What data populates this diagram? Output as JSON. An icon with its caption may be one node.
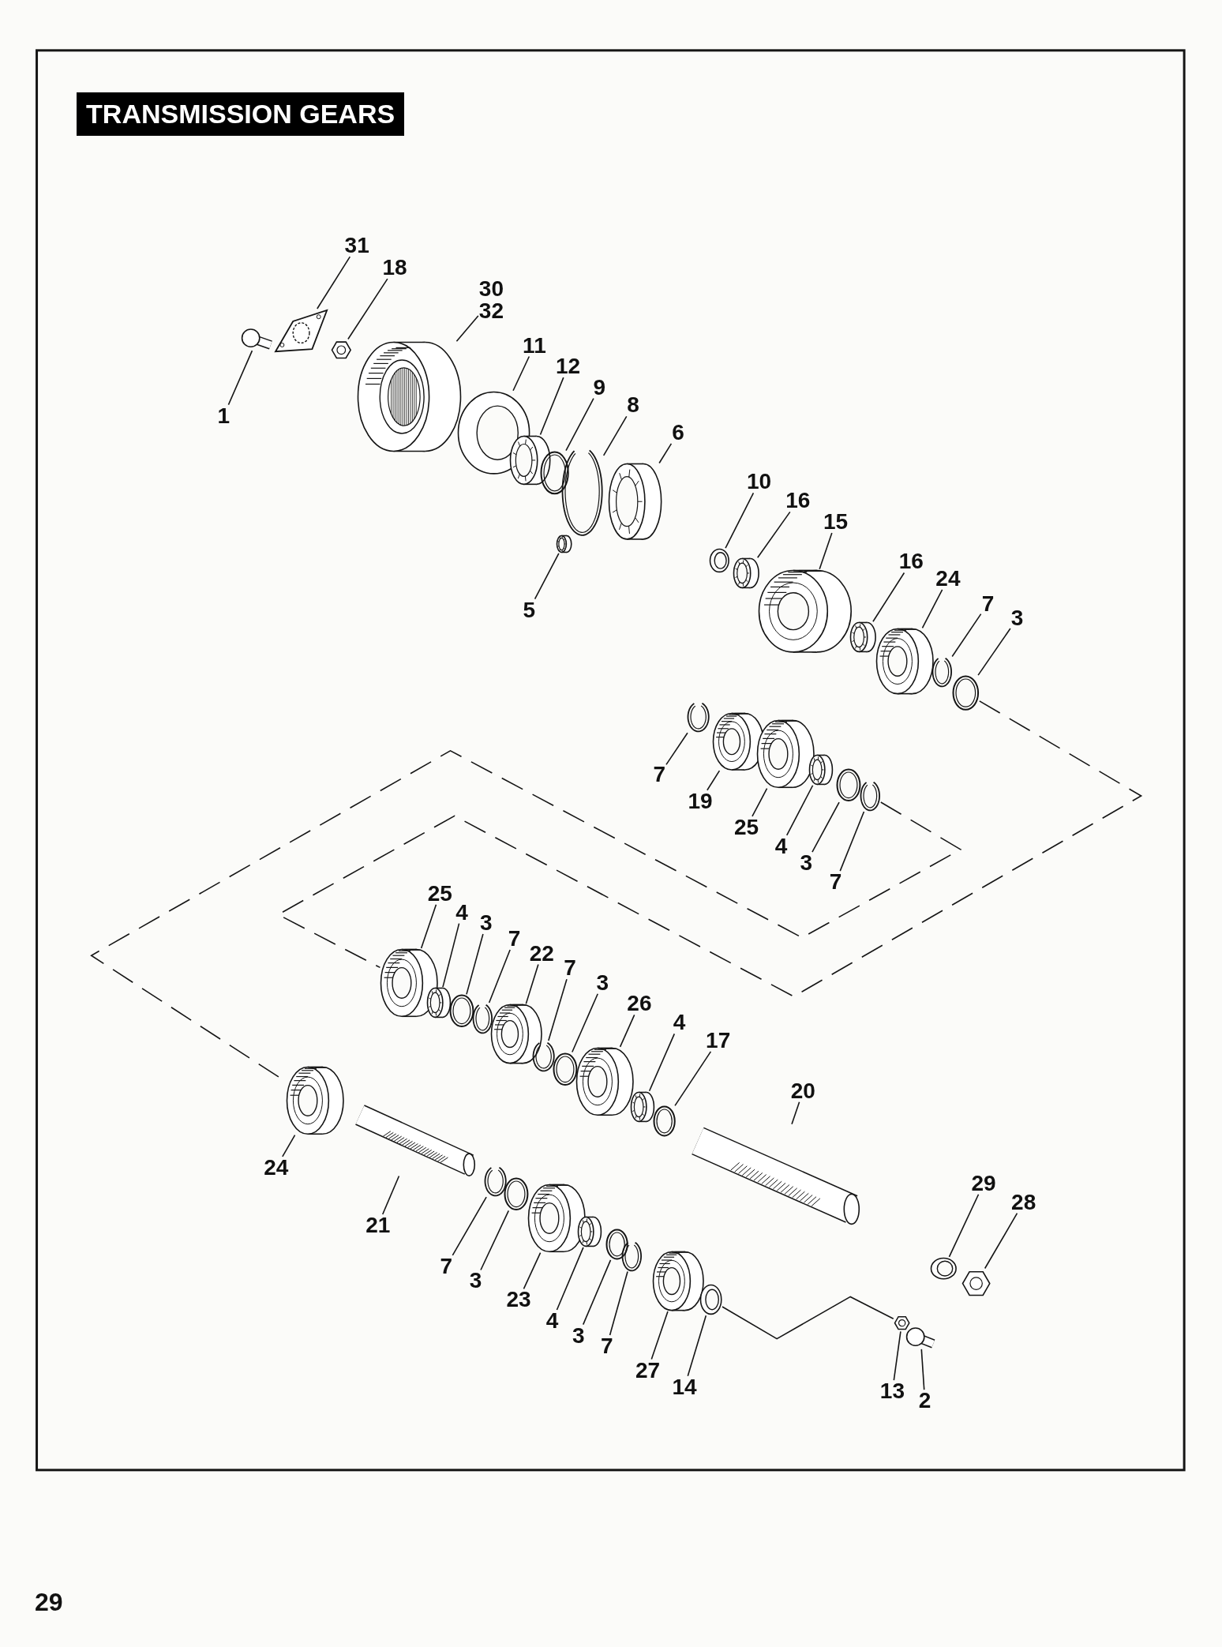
{
  "diagram": {
    "title": "TRANSMISSION GEARS",
    "nodes": [
      {
        "text": [
          "1"
        ]
      },
      {
        "text": [],
        "shape": "bolt"
      },
      {
        "text": [
          "31"
        ]
      },
      {
        "text": [],
        "shape": "plate"
      },
      {
        "text": [
          "18"
        ]
      },
      {
        "text": [],
        "shape": "nut"
      },
      {
        "text": [
          "30",
          "32"
        ]
      },
      {
        "text": [],
        "shape": "drum"
      },
      {
        "text": [
          "11"
        ]
      },
      {
        "text": [],
        "shape": "washer"
      },
      {
        "text": [
          "12"
        ]
      },
      {
        "text": [],
        "shape": "bearing"
      },
      {
        "text": [
          "9"
        ]
      },
      {
        "text": [],
        "shape": "ring"
      },
      {
        "text": [
          "8"
        ]
      },
      {
        "text": [],
        "shape": "clip"
      },
      {
        "text": [
          "6"
        ]
      },
      {
        "text": [],
        "shape": "bearing"
      },
      {
        "text": [
          "5"
        ]
      },
      {
        "text": [],
        "shape": "bearing"
      },
      {
        "text": [
          "10"
        ]
      },
      {
        "text": [],
        "shape": "washer"
      },
      {
        "text": [
          "16"
        ]
      },
      {
        "text": [],
        "shape": "bearing"
      },
      {
        "text": [
          "15"
        ]
      },
      {
        "text": [],
        "shape": "gear"
      },
      {
        "text": [
          "16"
        ]
      },
      {
        "text": [],
        "shape": "bearing"
      },
      {
        "text": [
          "24"
        ]
      },
      {
        "text": [],
        "shape": "gear"
      },
      {
        "text": [
          "7"
        ]
      },
      {
        "text": [],
        "shape": "clip"
      },
      {
        "text": [
          "3"
        ]
      },
      {
        "text": [],
        "shape": "ring"
      },
      {
        "text": [
          "7"
        ]
      },
      {
        "text": [],
        "shape": "clip"
      },
      {
        "text": [
          "19"
        ]
      },
      {
        "text": [],
        "shape": "gear"
      },
      {
        "text": [
          "25"
        ]
      },
      {
        "text": [],
        "shape": "gear"
      },
      {
        "text": [
          "4"
        ]
      },
      {
        "text": [],
        "shape": "bearing"
      },
      {
        "text": [
          "3"
        ]
      },
      {
        "text": [],
        "shape": "ring"
      },
      {
        "text": [
          "7"
        ]
      },
      {
        "text": [],
        "shape": "clip"
      },
      {
        "text": [
          "25"
        ]
      },
      {
        "text": [],
        "shape": "gear"
      },
      {
        "text": [
          "4"
        ]
      },
      {
        "text": [],
        "shape": "bearing"
      },
      {
        "text": [
          "3"
        ]
      },
      {
        "text": [],
        "shape": "ring"
      },
      {
        "text": [
          "7"
        ]
      },
      {
        "text": [],
        "shape": "clip"
      },
      {
        "text": [
          "22"
        ]
      },
      {
        "text": [],
        "shape": "gear"
      },
      {
        "text": [
          "7"
        ]
      },
      {
        "text": [],
        "shape": "clip"
      },
      {
        "text": [
          "3"
        ]
      },
      {
        "text": [],
        "shape": "ring"
      },
      {
        "text": [
          "26"
        ]
      },
      {
        "text": [],
        "shape": "gear"
      },
      {
        "text": [
          "4"
        ]
      },
      {
        "text": [],
        "shape": "bearing"
      },
      {
        "text": [
          "17"
        ]
      },
      {
        "text": [],
        "shape": "ring"
      },
      {
        "text": [
          "20"
        ]
      },
      {
        "text": [],
        "shape": "shaft"
      },
      {
        "text": [
          "24"
        ]
      },
      {
        "text": [],
        "shape": "gear"
      },
      {
        "text": [
          "21"
        ]
      },
      {
        "text": [],
        "shape": "shaft"
      },
      {
        "text": [
          "7"
        ]
      },
      {
        "text": [],
        "shape": "clip"
      },
      {
        "text": [
          "3"
        ]
      },
      {
        "text": [],
        "shape": "ring"
      },
      {
        "text": [
          "23"
        ]
      },
      {
        "text": [],
        "shape": "gear"
      },
      {
        "text": [
          "4"
        ]
      },
      {
        "text": [],
        "shape": "bearing"
      },
      {
        "text": [
          "3"
        ]
      },
      {
        "text": [],
        "shape": "ring"
      },
      {
        "text": [
          "7"
        ]
      },
      {
        "text": [],
        "shape": "clip"
      },
      {
        "text": [
          "27"
        ]
      },
      {
        "text": [],
        "shape": "gear"
      },
      {
        "text": [
          "14"
        ]
      },
      {
        "text": [],
        "shape": "washer"
      },
      {
        "text": [
          "29"
        ]
      },
      {
        "text": [],
        "shape": "washer"
      },
      {
        "text": [
          "28"
        ]
      },
      {
        "text": [],
        "shape": "nut"
      },
      {
        "text": [
          "13"
        ]
      },
      {
        "text": [],
        "shape": "nut"
      },
      {
        "text": [
          "2"
        ]
      },
      {
        "text": [],
        "shape": "bolt"
      }
    ],
    "edges": [
      {
        "from": 0,
        "to": 1,
        "arrow": "none"
      },
      {
        "from": 2,
        "to": 3,
        "arrow": "none"
      },
      {
        "from": 4,
        "to": 5,
        "arrow": "none"
      },
      {
        "from": 6,
        "to": 7,
        "arrow": "none"
      },
      {
        "from": 8,
        "to": 9,
        "arrow": "none"
      },
      {
        "from": 10,
        "to": 11,
        "arrow": "none"
      },
      {
        "from": 12,
        "to": 13,
        "arrow": "none"
      },
      {
        "from": 14,
        "to": 15,
        "arrow": "none"
      },
      {
        "from": 16,
        "to": 17,
        "arrow": "none"
      },
      {
        "from": 18,
        "to": 19,
        "arrow": "none"
      },
      {
        "from": 20,
        "to": 21,
        "arrow": "none"
      },
      {
        "from": 22,
        "to": 23,
        "arrow": "none"
      },
      {
        "from": 24,
        "to": 25,
        "arrow": "none"
      },
      {
        "from": 26,
        "to": 27,
        "arrow": "none"
      },
      {
        "from": 28,
        "to": 29,
        "arrow": "none"
      },
      {
        "from": 30,
        "to": 31,
        "arrow": "none"
      },
      {
        "from": 32,
        "to": 33,
        "arrow": "none"
      },
      {
        "from": 34,
        "to": 35,
        "arrow": "none"
      },
      {
        "from": 36,
        "to": 37,
        "arrow": "none"
      },
      {
        "from": 38,
        "to": 39,
        "arrow": "none"
      },
      {
        "from": 40,
        "to": 41,
        "arrow": "none"
      },
      {
        "from": 42,
        "to": 43,
        "arrow": "none"
      },
      {
        "from": 44,
        "to": 45,
        "arrow": "none"
      },
      {
        "from": 46,
        "to": 47,
        "arrow": "none"
      },
      {
        "from": 48,
        "to": 49,
        "arrow": "none"
      },
      {
        "from": 50,
        "to": 51,
        "arrow": "none"
      },
      {
        "from": 52,
        "to": 53,
        "arrow": "none"
      },
      {
        "from": 54,
        "to": 55,
        "arrow": "none"
      },
      {
        "from": 56,
        "to": 57,
        "arrow": "none"
      },
      {
        "from": 58,
        "to": 59,
        "arrow": "none"
      },
      {
        "from": 60,
        "to": 61,
        "arrow": "none"
      },
      {
        "from": 62,
        "to": 63,
        "arrow": "none"
      },
      {
        "from": 64,
        "to": 65,
        "arrow": "none"
      },
      {
        "from": 66,
        "to": 67,
        "arrow": "none"
      },
      {
        "from": 68,
        "to": 69,
        "arrow": "none"
      },
      {
        "from": 70,
        "to": 71,
        "arrow": "none"
      },
      {
        "from": 72,
        "to": 73,
        "arrow": "none"
      },
      {
        "from": 74,
        "to": 75,
        "arrow": "none"
      },
      {
        "from": 76,
        "to": 77,
        "arrow": "none"
      },
      {
        "from": 78,
        "to": 79,
        "arrow": "none"
      },
      {
        "from": 80,
        "to": 81,
        "arrow": "none"
      },
      {
        "from": 82,
        "to": 83,
        "arrow": "none"
      },
      {
        "from": 84,
        "to": 85,
        "arrow": "none"
      },
      {
        "from": 86,
        "to": 87,
        "arrow": "none"
      },
      {
        "from": 88,
        "to": 89,
        "arrow": "none"
      },
      {
        "from": 90,
        "to": 91,
        "arrow": "none"
      },
      {
        "from": 92,
        "to": 93,
        "arrow": "none"
      },
      {
        "from": 94,
        "to": 95,
        "arrow": "none"
      },
      {
        "from": 45,
        "to": 69,
        "arrow": "none",
        "style": "dashed"
      },
      {
        "from": 33,
        "to": 47,
        "arrow": "none",
        "style": "dashed"
      },
      {
        "from": 87,
        "to": 93,
        "arrow": "none"
      }
    ],
    "labels": [
      "29"
    ]
  }
}
